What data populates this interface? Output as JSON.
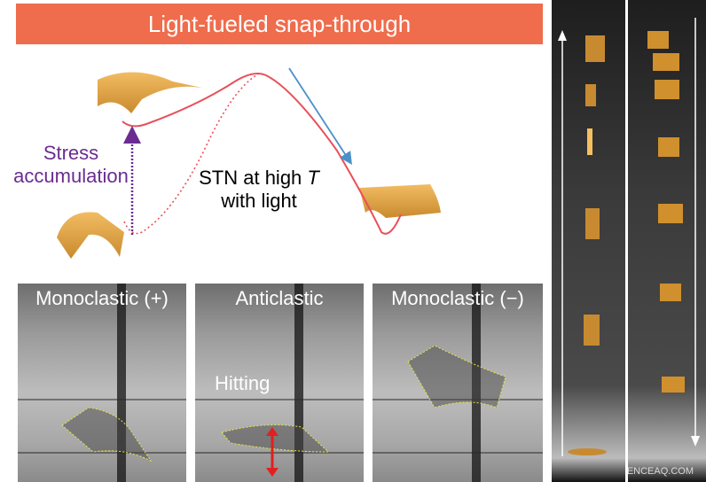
{
  "title": "Light-fueled snap-through",
  "diagram": {
    "left_label_line1": "Stress",
    "left_label_line2": "accumulation",
    "center_label_line1": "STN at high ",
    "center_label_italic": "T",
    "center_label_line2": "with light",
    "colors": {
      "title_bar": "#EF6C4C",
      "energy_curve": "#E8505B",
      "stress_arrow": "#6A2C91",
      "snap_arrow": "#4A90C8",
      "shell": "#E8A848"
    }
  },
  "panels": [
    {
      "label": "Monoclastic (+)"
    },
    {
      "label": "Anticlastic",
      "annotation": "Hitting"
    },
    {
      "label": "Monoclastic (−)"
    }
  ],
  "watermark": "SCIENCEAQ.COM"
}
